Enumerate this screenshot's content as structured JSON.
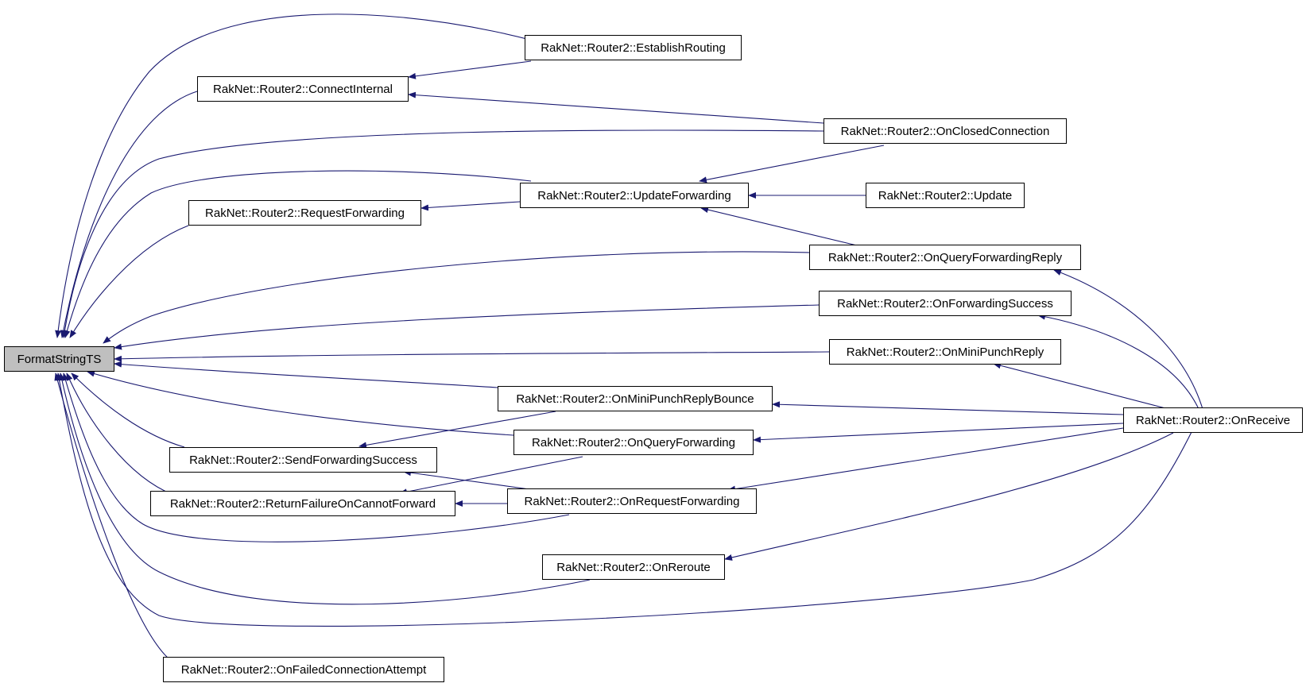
{
  "colors": {
    "edge": "#191970",
    "root_fill": "#bfbfbf",
    "node_border": "#000000"
  },
  "root": {
    "id": "fs",
    "label": "FormatStringTS"
  },
  "nodes": [
    {
      "id": "est",
      "label": "RakNet::Router2::EstablishRouting"
    },
    {
      "id": "ci",
      "label": "RakNet::Router2::ConnectInternal"
    },
    {
      "id": "occ",
      "label": "RakNet::Router2::OnClosedConnection"
    },
    {
      "id": "uf",
      "label": "RakNet::Router2::UpdateForwarding"
    },
    {
      "id": "upd",
      "label": "RakNet::Router2::Update"
    },
    {
      "id": "rf",
      "label": "RakNet::Router2::RequestForwarding"
    },
    {
      "id": "oqfr",
      "label": "RakNet::Router2::OnQueryForwardingReply"
    },
    {
      "id": "ofs",
      "label": "RakNet::Router2::OnForwardingSuccess"
    },
    {
      "id": "ompr",
      "label": "RakNet::Router2::OnMiniPunchReply"
    },
    {
      "id": "omprb",
      "label": "RakNet::Router2::OnMiniPunchReplyBounce"
    },
    {
      "id": "orcv",
      "label": "RakNet::Router2::OnReceive"
    },
    {
      "id": "oqf",
      "label": "RakNet::Router2::OnQueryForwarding"
    },
    {
      "id": "sfs",
      "label": "RakNet::Router2::SendForwardingSuccess"
    },
    {
      "id": "rfocf",
      "label": "RakNet::Router2::ReturnFailureOnCannotForward"
    },
    {
      "id": "orf",
      "label": "RakNet::Router2::OnRequestForwarding"
    },
    {
      "id": "orr",
      "label": "RakNet::Router2::OnReroute"
    },
    {
      "id": "ofca",
      "label": "RakNet::Router2::OnFailedConnectionAttempt"
    }
  ]
}
